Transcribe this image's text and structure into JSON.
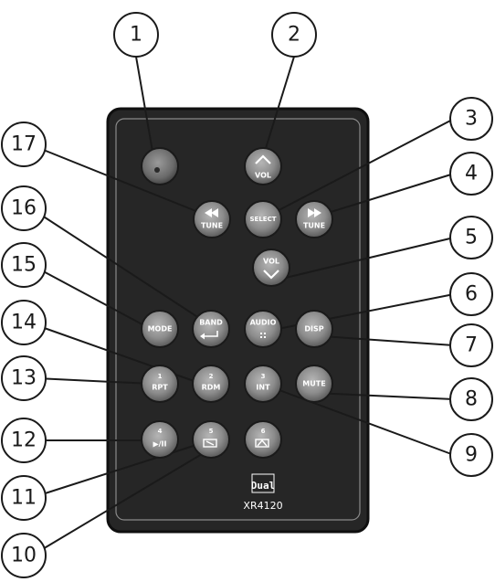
{
  "remote": {
    "brand": "Dual",
    "model": "XR4120"
  },
  "buttons": {
    "power": {
      "label": ""
    },
    "vol_up": {
      "label": "VOL"
    },
    "tune_back": {
      "label": "TUNE"
    },
    "select": {
      "label": "SELECT"
    },
    "tune_fwd": {
      "label": "TUNE"
    },
    "vol_down": {
      "label": "VOL"
    },
    "mode": {
      "label": "MODE"
    },
    "band": {
      "label": "BAND"
    },
    "audio": {
      "label": "AUDIO"
    },
    "disp": {
      "label": "DISP"
    },
    "rpt": {
      "digit": "1",
      "label": "RPT"
    },
    "rdm": {
      "digit": "2",
      "label": "RDM"
    },
    "int": {
      "digit": "3",
      "label": "INT"
    },
    "mute": {
      "label": "MUTE"
    },
    "play_pause": {
      "digit": "4",
      "label": "▶/II"
    },
    "folder_down": {
      "digit": "5"
    },
    "folder_up": {
      "digit": "6"
    }
  },
  "callouts": [
    "1",
    "2",
    "3",
    "4",
    "5",
    "6",
    "7",
    "8",
    "9",
    "10",
    "11",
    "12",
    "13",
    "14",
    "15",
    "16",
    "17"
  ],
  "colors": {
    "remote_body": "#262626",
    "remote_outline": "#111111",
    "panel_border": "#8a8a8a",
    "button_fill": "#7d7d7d",
    "button_rim": "#1a1a1a",
    "callout_line": "#1a1a1a"
  }
}
